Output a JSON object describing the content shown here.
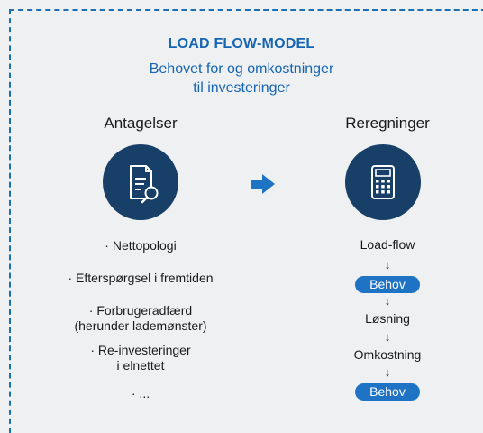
{
  "header": {
    "title": "LOAD FLOW-MODEL",
    "subtitle_line1": "Behovet for og omkostninger",
    "subtitle_line2": "til investeringer"
  },
  "left": {
    "heading": "Antagelser",
    "icon": "document-search-icon",
    "items": [
      {
        "line1": "· Nettopologi",
        "line2": ""
      },
      {
        "line1": "· Efterspørgsel i fremtiden",
        "line2": ""
      },
      {
        "line1": "· Forbrugeradfærd",
        "line2": "(herunder lademønster)"
      },
      {
        "line1": "· Re-investeringer",
        "line2": "i elnettet"
      },
      {
        "line1": "· ...",
        "line2": ""
      }
    ]
  },
  "right": {
    "heading": "Reregninger",
    "icon": "calculator-icon",
    "steps": [
      {
        "label": "Load-flow",
        "pill": false
      },
      {
        "label": "Behov",
        "pill": true
      },
      {
        "label": "Løsning",
        "pill": false
      },
      {
        "label": "Omkostning",
        "pill": false
      },
      {
        "label": "Behov",
        "pill": true
      }
    ],
    "arrow_glyph": "↓"
  },
  "colors": {
    "accent": "#1565b3",
    "circle": "#173f67",
    "pill": "#1f73c5",
    "arrow": "#1f73c5"
  }
}
